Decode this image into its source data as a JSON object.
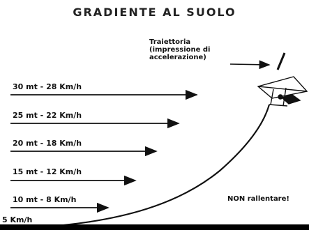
{
  "diagram": {
    "title": "GRADIENTE AL SUOLO",
    "rows": [
      {
        "label": "30 mt - 28 Km/h"
      },
      {
        "label": "25 mt - 22 Km/h"
      },
      {
        "label": "20 mt - 18 Km/h"
      },
      {
        "label": "15 mt - 12 Km/h"
      },
      {
        "label": "10 mt - 8 Km/h"
      },
      {
        "label": "5 Km/h"
      }
    ],
    "trajectory_note": {
      "line1": "Traiettoria",
      "line2": "(impressione di",
      "line3": "accelerazione)"
    },
    "warning": "NON rallentare!",
    "colors": {
      "ink": "#111111",
      "ground": "#000000"
    },
    "icons": [
      "hang-glider-icon"
    ]
  }
}
